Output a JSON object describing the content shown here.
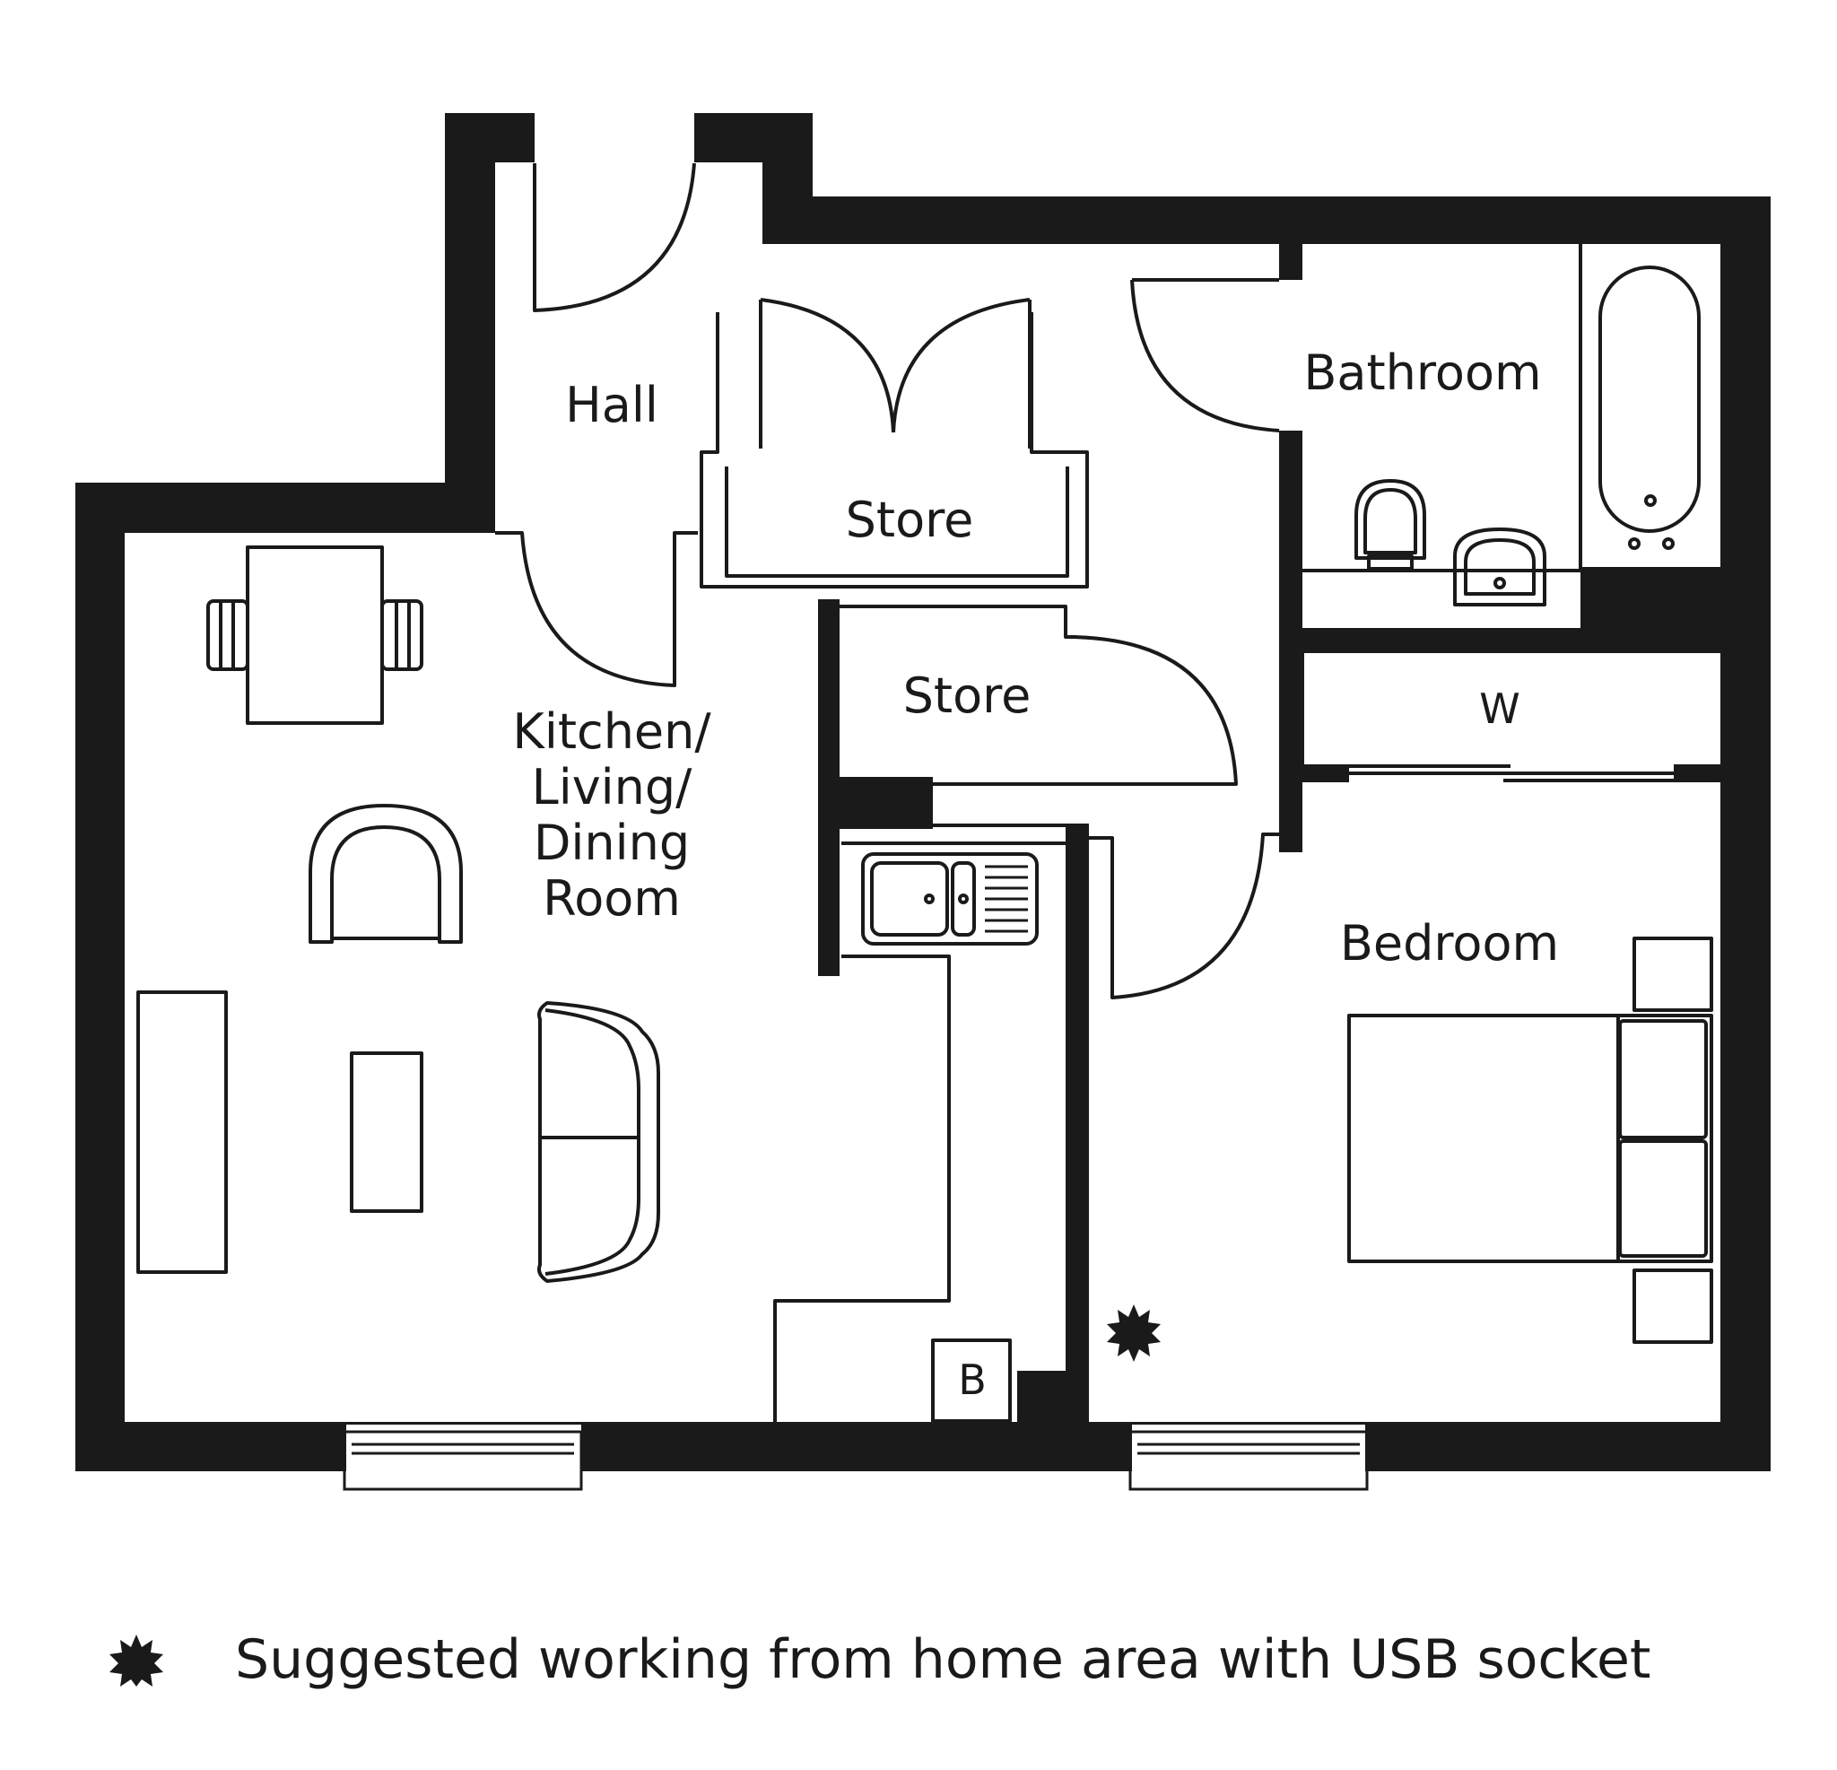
{
  "rooms": {
    "hall": "Hall",
    "store_upper": "Store",
    "store_lower": "Store",
    "bathroom": "Bathroom",
    "kitchen": [
      "Kitchen/",
      "Living/",
      "Dining",
      "Room"
    ],
    "bedroom": "Bedroom",
    "wardrobe": "W",
    "boiler": "B"
  },
  "legend": {
    "icon": "starburst-icon",
    "text": "Suggested working from home area with USB socket"
  },
  "colors": {
    "wall": "#1a1a1a",
    "background": "#ffffff"
  }
}
